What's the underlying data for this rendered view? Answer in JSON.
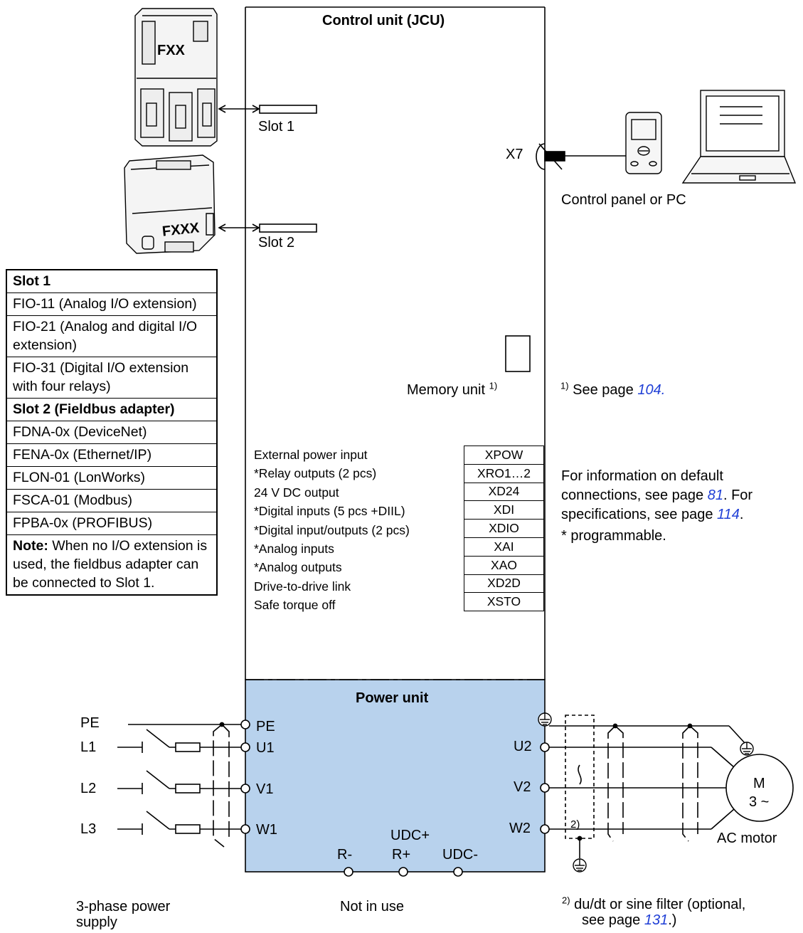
{
  "control_unit": {
    "title": "Control unit (JCU)",
    "slot1_label": "Slot 1",
    "slot2_label": "Slot 2",
    "module1_label": "FXX",
    "module2_label": "FXXX",
    "x7_label": "X7",
    "memory_unit_label": "Memory unit",
    "memory_unit_note_ref": "1)"
  },
  "panel_pc": {
    "label": "Control panel or PC"
  },
  "note1": {
    "ref": "1)",
    "text": "See page",
    "page": "104",
    "end": "."
  },
  "options_table": {
    "rows": [
      {
        "text": "Slot 1",
        "bold": true
      },
      {
        "text": "FIO-11 (Analog I/O extension)"
      },
      {
        "text": "FIO-21 (Analog and digital I/O extension)"
      },
      {
        "text": "FIO-31 (Digital I/O extension with four relays)"
      },
      {
        "text": "Slot 2 (Fieldbus adapter)",
        "bold": true
      },
      {
        "text": "FDNA-0x (DeviceNet)"
      },
      {
        "text": "FENA-0x (Ethernet/IP)"
      },
      {
        "text": "FLON-01 (LonWorks)"
      },
      {
        "text": "FSCA-01 (Modbus)"
      },
      {
        "text": "FPBA-0x (PROFIBUS)"
      }
    ],
    "note_bold": "Note:",
    "note_text": "When no I/O extension is used, the fieldbus adapter can be connected to Slot 1."
  },
  "connectors": [
    {
      "label": "External power input",
      "code": "XPOW"
    },
    {
      "label": "*Relay outputs (2 pcs)",
      "code": "XRO1…2"
    },
    {
      "label": "24 V DC output",
      "code": "XD24"
    },
    {
      "label": "*Digital inputs (5 pcs +DIIL)",
      "code": "XDI"
    },
    {
      "label": "*Digital input/outputs (2 pcs)",
      "code": "XDIO"
    },
    {
      "label": "*Analog inputs",
      "code": "XAI"
    },
    {
      "label": "*Analog outputs",
      "code": "XAO"
    },
    {
      "label": "Drive-to-drive link",
      "code": "XD2D"
    },
    {
      "label": "Safe torque off",
      "code": "XSTO"
    }
  ],
  "info_text": {
    "line1": "For information on default",
    "line2_a": "connections, see page",
    "line2_page": "81",
    "line2_b": ". For",
    "line3_a": "specifications, see page",
    "line3_page": "114",
    "line3_b": ".",
    "line4": "* programmable."
  },
  "power_unit": {
    "title": "Power unit",
    "terminals_in": [
      "PE",
      "U1",
      "V1",
      "W1"
    ],
    "terminals_out": [
      "U2",
      "V2",
      "W2"
    ],
    "brake": {
      "r_minus": "R-",
      "udc_plus": "UDC+",
      "r_plus": "R+",
      "udc_minus": "UDC-"
    },
    "not_in_use": "Not in use"
  },
  "supply": {
    "lines": [
      "PE",
      "L1",
      "L2",
      "L3"
    ],
    "caption_line1": "3-phase power",
    "caption_line2": "supply"
  },
  "motor": {
    "symbol": "M",
    "phase": "3 ~",
    "caption": "AC motor"
  },
  "filter": {
    "ref": "2)",
    "marker": "2)",
    "caption_line1": "du/dt or sine filter (optional,",
    "caption_line2_a": "see page",
    "caption_line2_page": "131",
    "caption_line2_b": ".)"
  },
  "colors": {
    "power_unit_fill": "#b8d2ed",
    "link": "#1f3fd6",
    "line": "#000000"
  }
}
